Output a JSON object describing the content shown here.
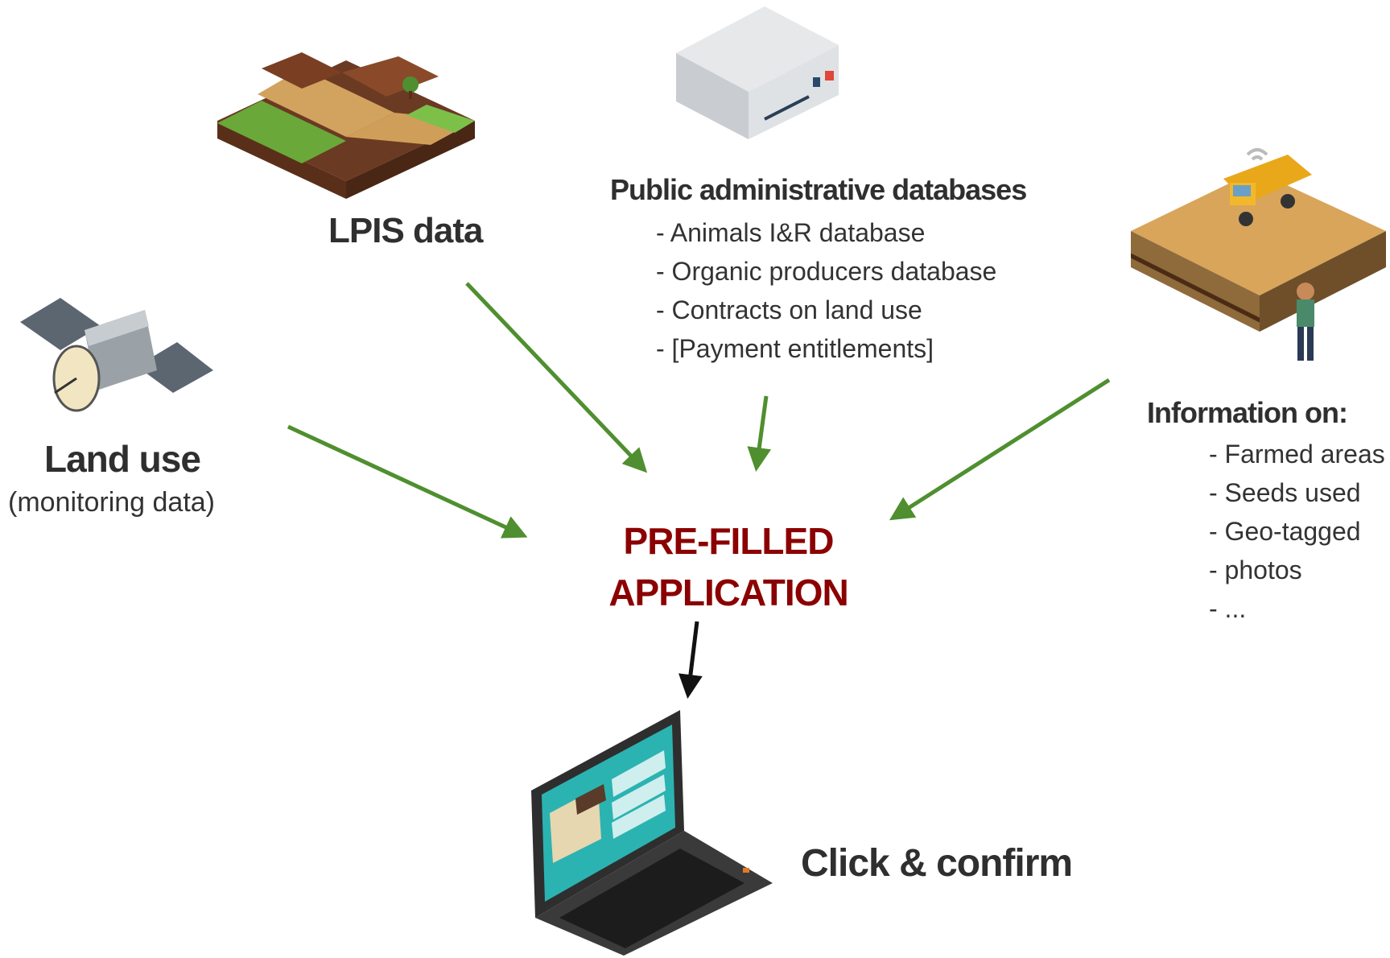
{
  "lpis": {
    "title": "LPIS data",
    "icon": "farm-fields-icon"
  },
  "public_db": {
    "title": "Public administrative databases",
    "icon": "server-icon",
    "items": [
      "- Animals I&R database",
      "- Organic producers database",
      "- Contracts on land use",
      "- [Payment entitlements]"
    ]
  },
  "land_use": {
    "title": "Land use",
    "subtitle": "(monitoring data)",
    "icon": "satellite-icon"
  },
  "info": {
    "title": "Information on:",
    "icon": "farmer-harvester-icon",
    "items": [
      "- Farmed areas",
      "- Seeds used",
      "- Geo-tagged",
      "- photos",
      "- ..."
    ]
  },
  "center": {
    "line1": "PRE-FILLED",
    "line2": "APPLICATION",
    "color": "#8b0000"
  },
  "laptop": {
    "title": "Click & confirm",
    "icon": "laptop-icon"
  },
  "colors": {
    "arrow_green": "#4f8f2f",
    "arrow_black": "#111111"
  }
}
